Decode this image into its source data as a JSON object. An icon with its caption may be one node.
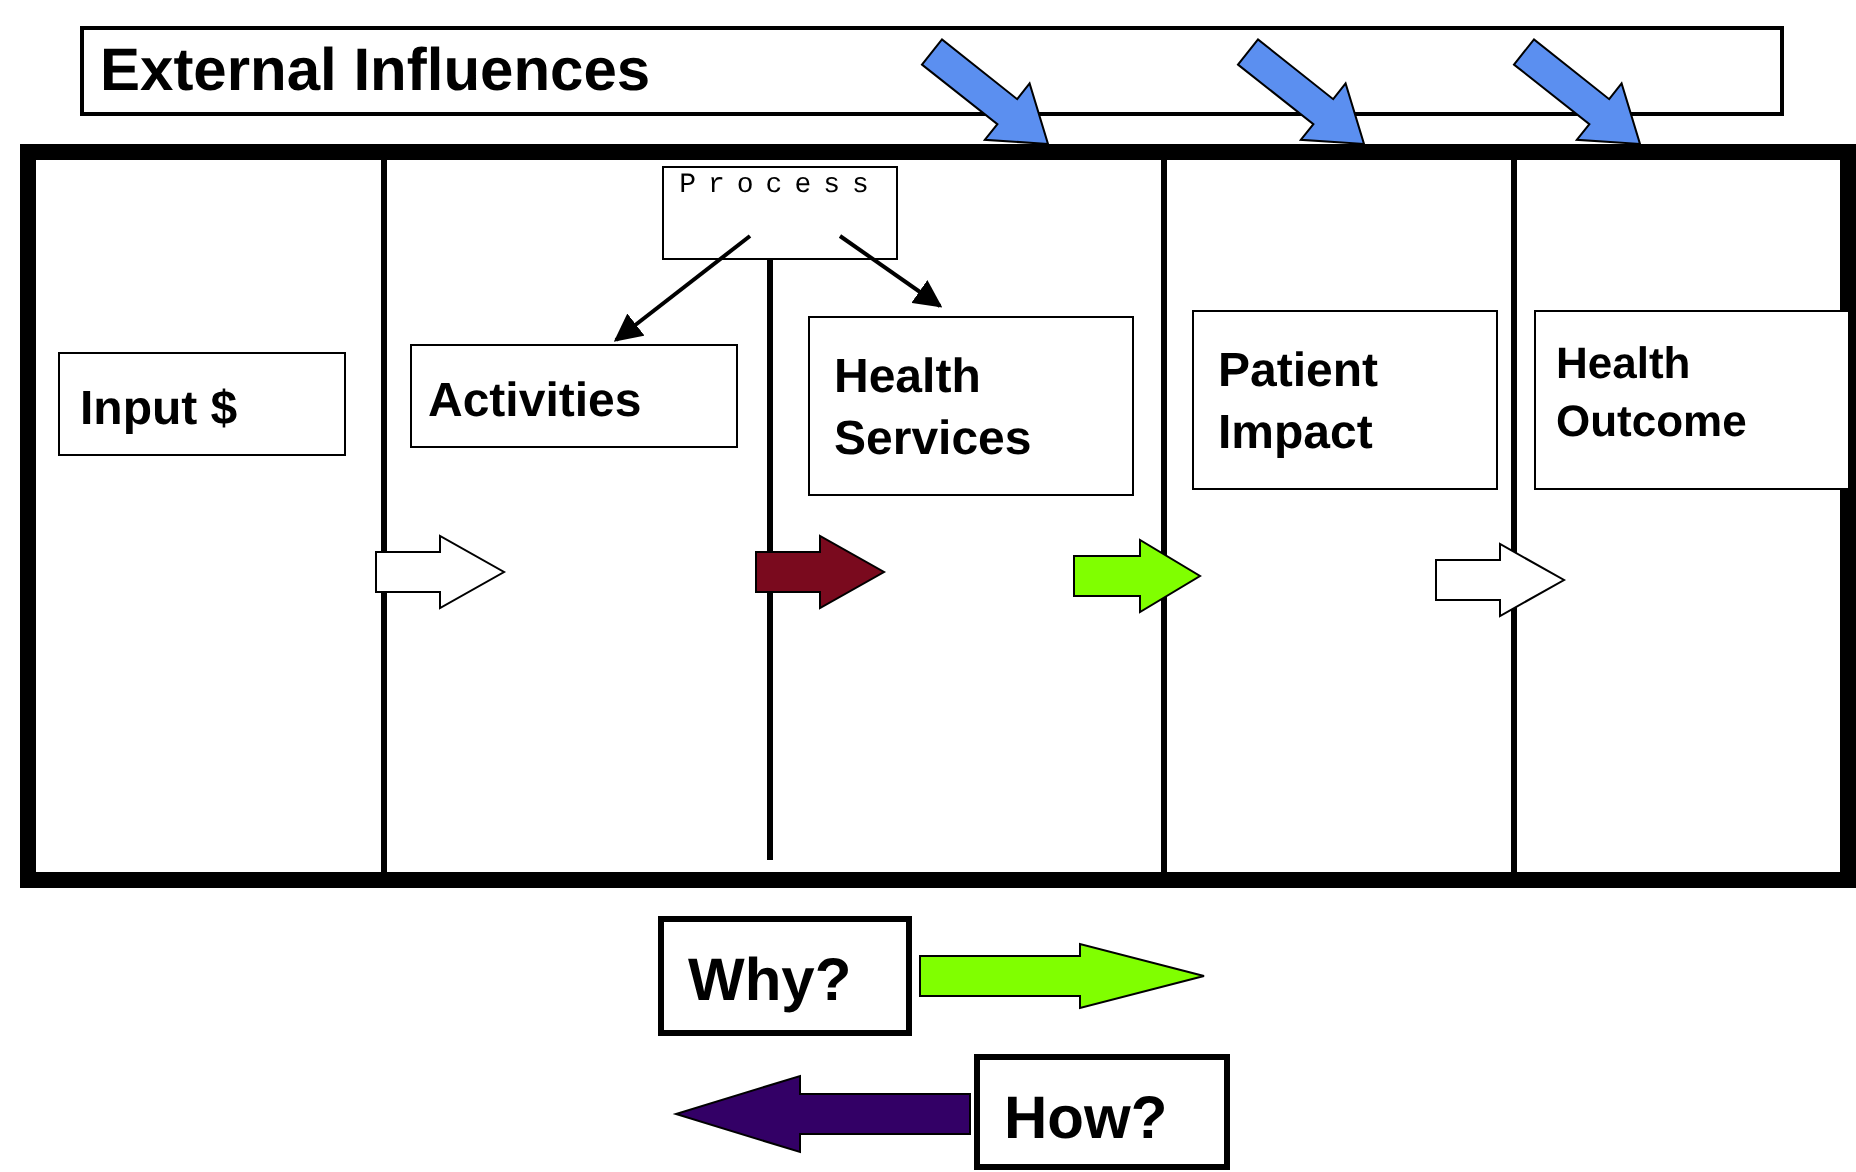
{
  "diagram": {
    "nodes": [
      {
        "text": [
          "External Influences"
        ]
      },
      {
        "text": [],
        "shape": "box"
      },
      {
        "text": [
          "Process"
        ],
        "in": 1
      },
      {
        "text": [
          "Input $"
        ],
        "in": 1
      },
      {
        "text": [
          "Activities"
        ],
        "in": 1
      },
      {
        "text": [
          "Health Services"
        ],
        "in": 1
      },
      {
        "text": [
          "Patient Impact"
        ],
        "in": 1
      },
      {
        "text": [
          "Health Outcome"
        ],
        "in": 1
      },
      {
        "text": [
          "Why?"
        ]
      },
      {
        "text": [
          "How?"
        ]
      }
    ],
    "edges": [
      {
        "from": 0,
        "to": 1,
        "arrow": "to",
        "style": "thick",
        "color": "#5b8ff0"
      },
      {
        "from": 0,
        "to": 1,
        "arrow": "to",
        "style": "thick",
        "color": "#5b8ff0"
      },
      {
        "from": 0,
        "to": 1,
        "arrow": "to",
        "style": "thick",
        "color": "#5b8ff0"
      },
      {
        "from": 2,
        "to": 4,
        "arrow": "to"
      },
      {
        "from": 2,
        "to": 5,
        "arrow": "to"
      },
      {
        "from": 3,
        "to": 4,
        "arrow": "to",
        "style": "thick",
        "color": "#ffffff"
      },
      {
        "from": 4,
        "to": 5,
        "arrow": "to",
        "style": "thick",
        "color": "#7a0a1e"
      },
      {
        "from": 5,
        "to": 6,
        "arrow": "to",
        "style": "thick",
        "color": "#80ff00"
      },
      {
        "from": 6,
        "to": 7,
        "arrow": "to",
        "style": "thick",
        "color": "#ffffff"
      },
      {
        "from": 8,
        "to": null,
        "arrow": "to",
        "style": "thick",
        "color": "#80ff00"
      },
      {
        "from": 9,
        "to": null,
        "arrow": "to",
        "style": "thick",
        "color": "#330066"
      }
    ]
  }
}
